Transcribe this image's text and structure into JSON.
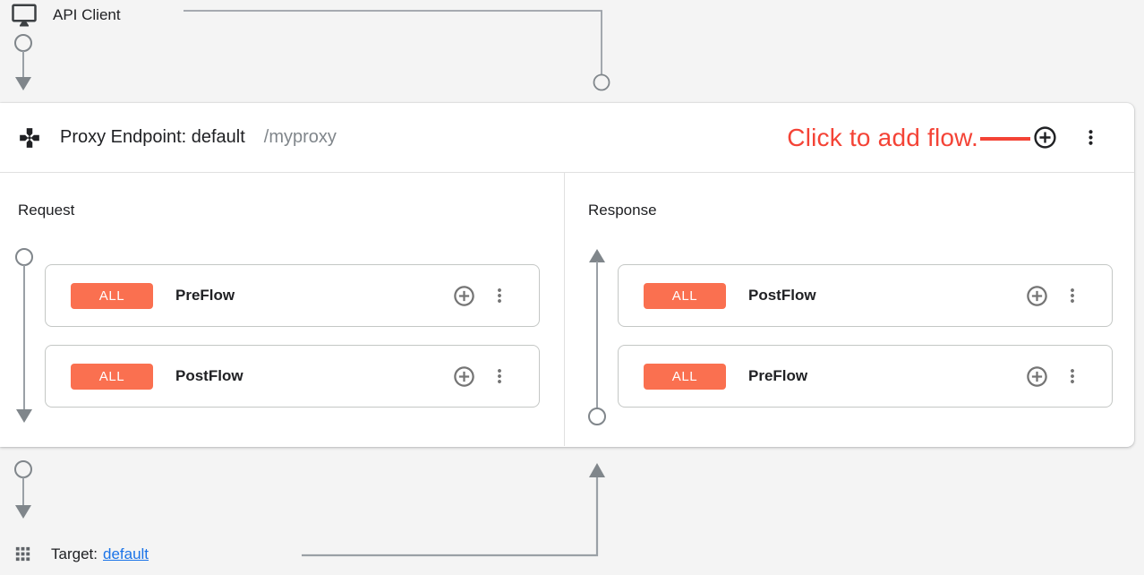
{
  "colors": {
    "annotation_red": "#f44336",
    "badge_orange": "#fa7050",
    "link_blue": "#1a73e8"
  },
  "api_client": {
    "label": "API Client"
  },
  "proxy_endpoint": {
    "title": "Proxy Endpoint: default",
    "basepath": "/myproxy",
    "annotation": "Click to add flow.",
    "request": {
      "label": "Request",
      "flows": [
        {
          "condition": "ALL",
          "name": "PreFlow"
        },
        {
          "condition": "ALL",
          "name": "PostFlow"
        }
      ]
    },
    "response": {
      "label": "Response",
      "flows": [
        {
          "condition": "ALL",
          "name": "PostFlow"
        },
        {
          "condition": "ALL",
          "name": "PreFlow"
        }
      ]
    }
  },
  "target": {
    "label": "Target:",
    "link_text": "default"
  }
}
